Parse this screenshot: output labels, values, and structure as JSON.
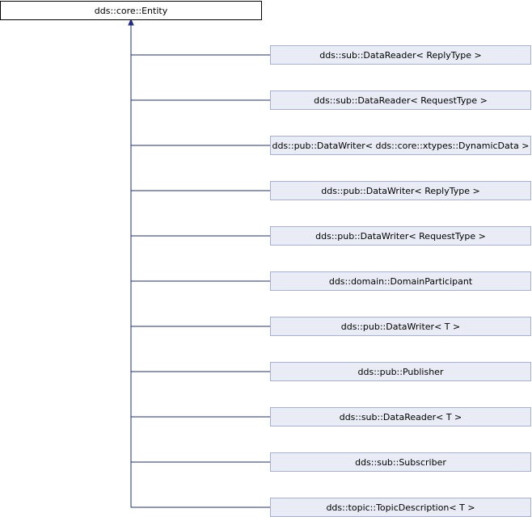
{
  "diagram": {
    "colors": {
      "edge": "#1d2d84",
      "node_fill": "#e9ecf5",
      "node_border": "#a6b1d3",
      "root_fill": "#ffffff",
      "root_border": "#000000"
    },
    "root": {
      "label": "dds::core::Entity"
    },
    "children": [
      {
        "label": "dds::sub::DataReader< ReplyType >"
      },
      {
        "label": "dds::sub::DataReader< RequestType >"
      },
      {
        "label": "dds::pub::DataWriter< dds::core::xtypes::DynamicData >"
      },
      {
        "label": "dds::pub::DataWriter< ReplyType >"
      },
      {
        "label": "dds::pub::DataWriter< RequestType >"
      },
      {
        "label": "dds::domain::DomainParticipant"
      },
      {
        "label": "dds::pub::DataWriter< T >"
      },
      {
        "label": "dds::pub::Publisher"
      },
      {
        "label": "dds::sub::DataReader< T >"
      },
      {
        "label": "dds::sub::Subscriber"
      },
      {
        "label": "dds::topic::TopicDescription< T >"
      }
    ]
  }
}
